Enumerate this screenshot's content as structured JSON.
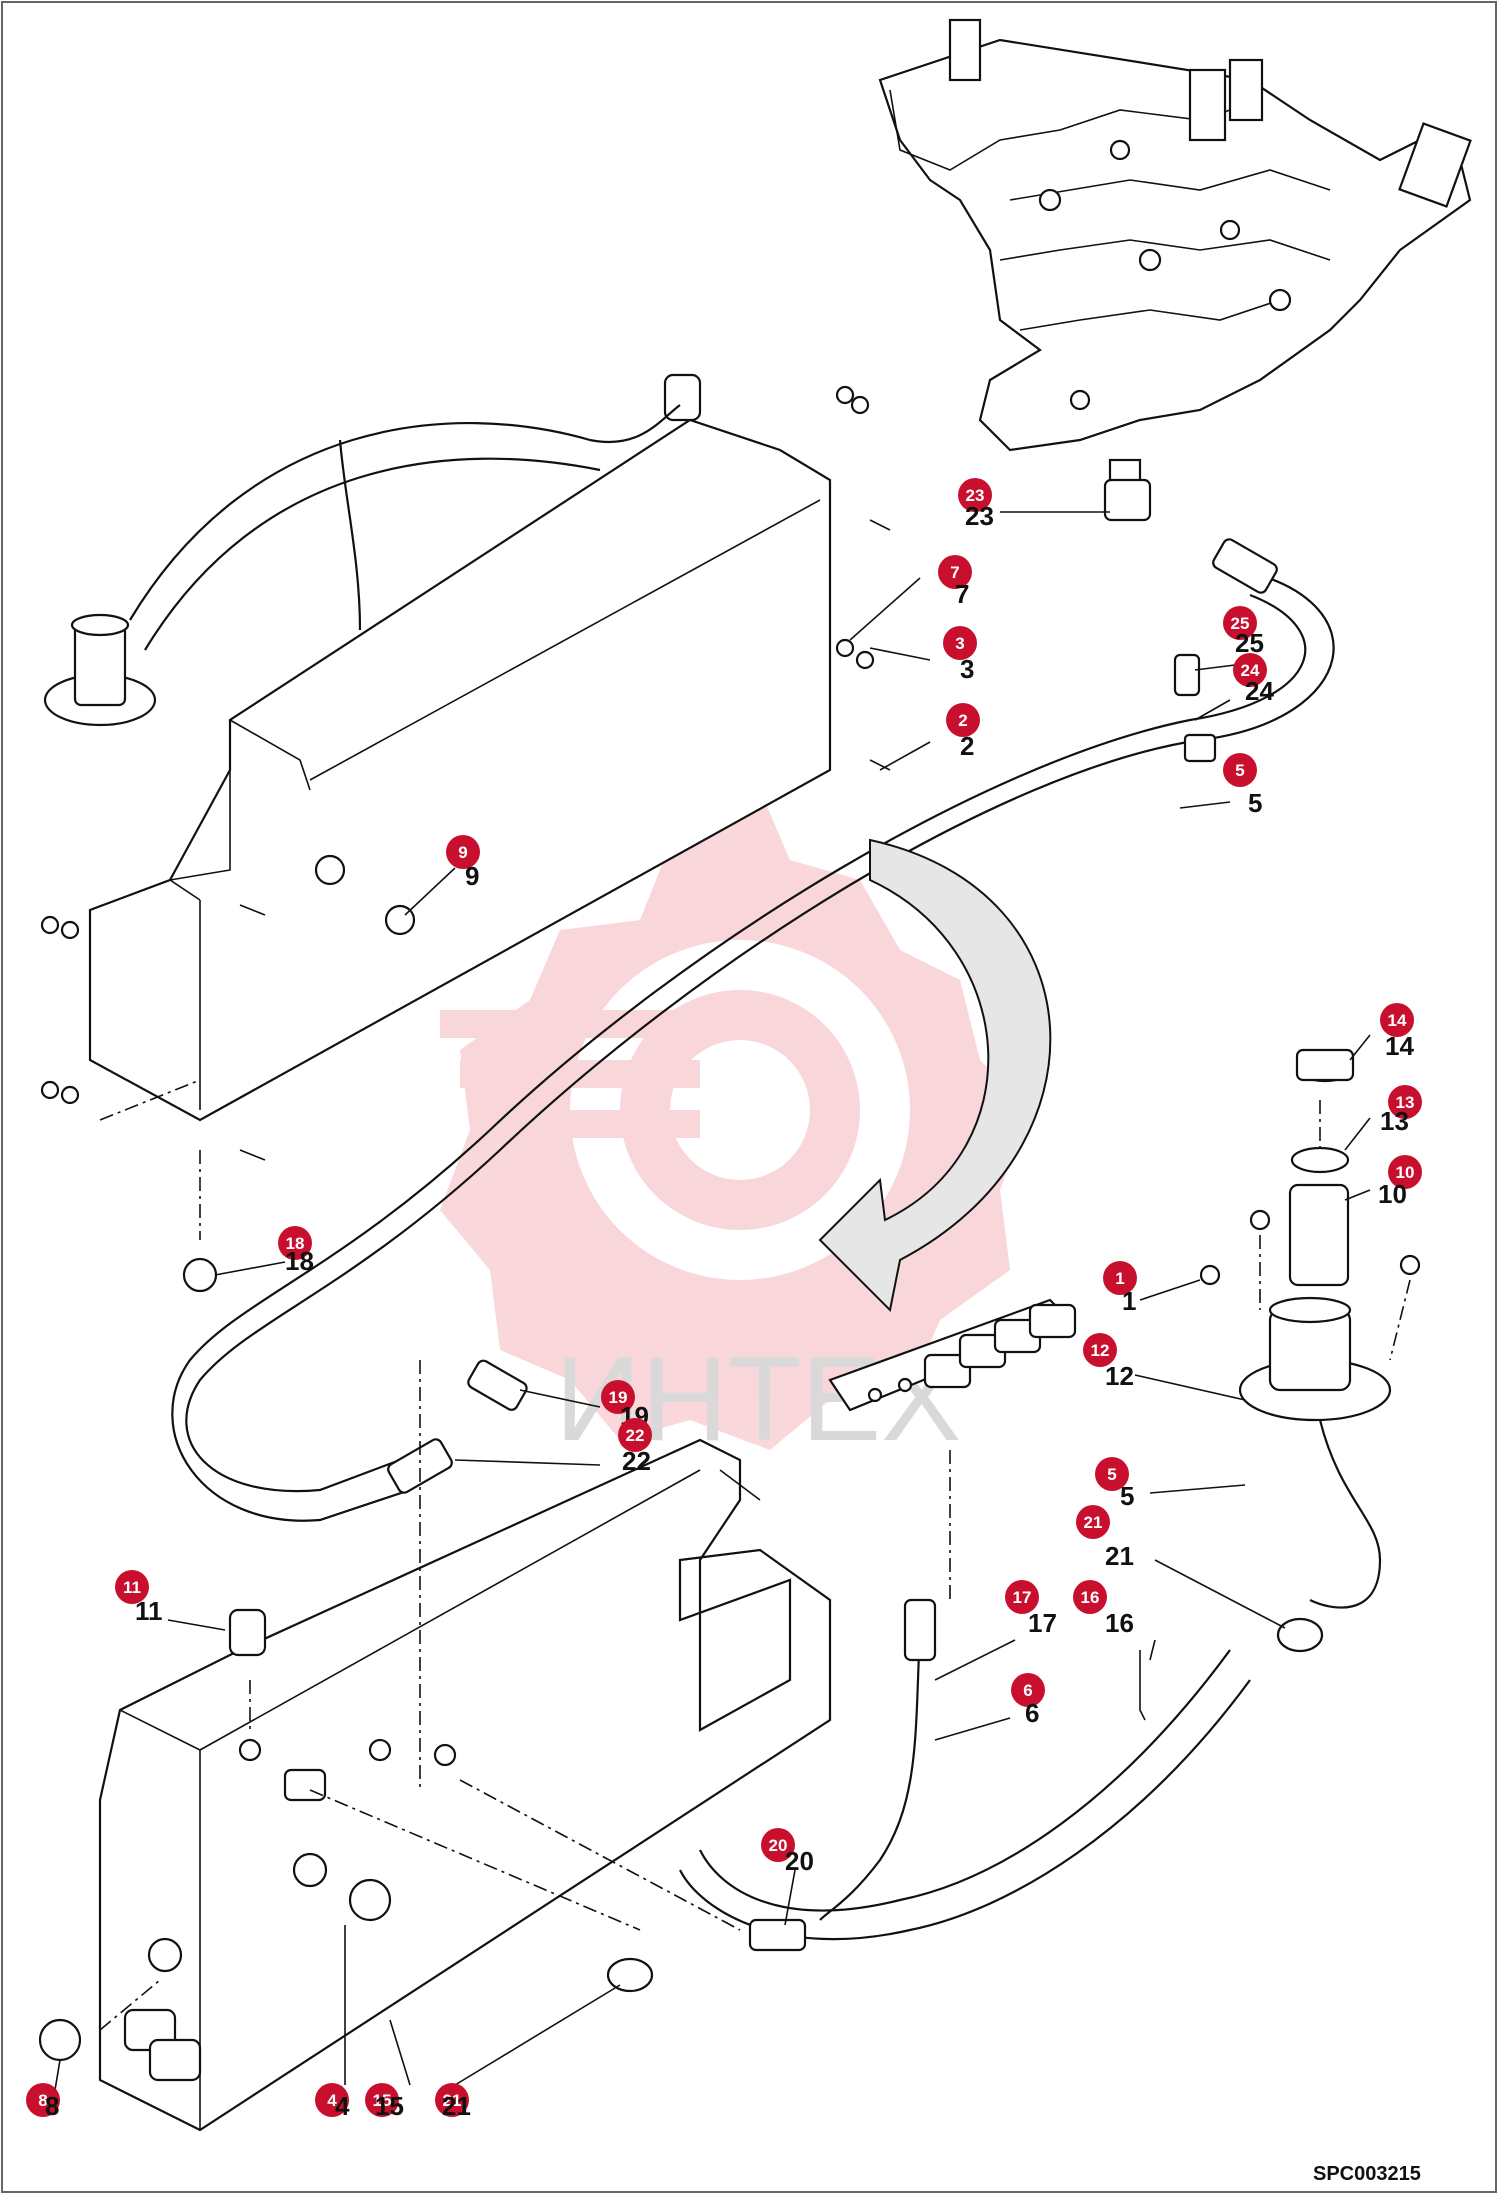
{
  "drawing_code": "SPC003215",
  "watermark": "ИНТЕХ",
  "callouts": [
    {
      "id": "23",
      "label": "23"
    },
    {
      "id": "7",
      "label": "7"
    },
    {
      "id": "3",
      "label": "3"
    },
    {
      "id": "2",
      "label": "2"
    },
    {
      "id": "25",
      "label": "25"
    },
    {
      "id": "24",
      "label": "24"
    },
    {
      "id": "5a",
      "label": "5"
    },
    {
      "id": "9",
      "label": "9"
    },
    {
      "id": "14",
      "label": "14"
    },
    {
      "id": "13",
      "label": "13"
    },
    {
      "id": "10",
      "label": "10"
    },
    {
      "id": "18",
      "label": "18"
    },
    {
      "id": "1",
      "label": "1"
    },
    {
      "id": "12",
      "label": "12"
    },
    {
      "id": "19",
      "label": "19"
    },
    {
      "id": "22",
      "label": "22"
    },
    {
      "id": "5b",
      "label": "5"
    },
    {
      "id": "21a",
      "label": "21"
    },
    {
      "id": "11",
      "label": "11"
    },
    {
      "id": "17",
      "label": "17"
    },
    {
      "id": "16",
      "label": "16"
    },
    {
      "id": "6",
      "label": "6"
    },
    {
      "id": "20",
      "label": "20"
    },
    {
      "id": "8",
      "label": "8"
    },
    {
      "id": "4",
      "label": "4"
    },
    {
      "id": "15",
      "label": "15"
    },
    {
      "id": "21b",
      "label": "21"
    }
  ],
  "numbers": [
    {
      "id": "23",
      "label": "23"
    },
    {
      "id": "7",
      "label": "7"
    },
    {
      "id": "3",
      "label": "3"
    },
    {
      "id": "2",
      "label": "2"
    },
    {
      "id": "25",
      "label": "25"
    },
    {
      "id": "24",
      "label": "24"
    },
    {
      "id": "5a",
      "label": "5"
    },
    {
      "id": "9",
      "label": "9"
    },
    {
      "id": "14",
      "label": "14"
    },
    {
      "id": "13",
      "label": "13"
    },
    {
      "id": "10",
      "label": "10"
    },
    {
      "id": "18",
      "label": "18"
    },
    {
      "id": "1",
      "label": "1"
    },
    {
      "id": "12",
      "label": "12"
    },
    {
      "id": "19",
      "label": "19"
    },
    {
      "id": "22",
      "label": "22"
    },
    {
      "id": "5b",
      "label": "5"
    },
    {
      "id": "21a",
      "label": "21"
    },
    {
      "id": "11",
      "label": "11"
    },
    {
      "id": "17",
      "label": "17"
    },
    {
      "id": "16",
      "label": "16"
    },
    {
      "id": "6",
      "label": "6"
    },
    {
      "id": "20",
      "label": "20"
    },
    {
      "id": "8",
      "label": "8"
    },
    {
      "id": "4",
      "label": "4"
    },
    {
      "id": "15",
      "label": "15"
    },
    {
      "id": "21b",
      "label": "21"
    }
  ]
}
